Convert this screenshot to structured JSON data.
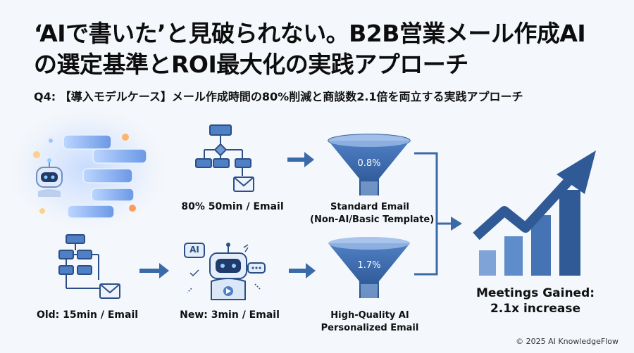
{
  "title_line1": "‘AIで書いた’と見破られない。B2B営業メール作成AI",
  "title_line2": "の選定基準とROI最大化の実践アプローチ",
  "subtitle": "Q4: 【導入モデルケース】メール作成時間の80%削減と商談数2.1倍を両立する実践アプローチ",
  "labels": {
    "top_time": "80% 50min / Email",
    "old_time": "Old: 15min / Email",
    "new_time": "New: 3min / Email",
    "standard_email_1": "Standard Email",
    "standard_email_2": "(Non-AI/Basic Template)",
    "ai_email_1": "High-Quality AI",
    "ai_email_2": "Personalized Email",
    "meetings_1": "Meetings Gained:",
    "meetings_2": "2.1x increase"
  },
  "funnels": {
    "standard_rate": "0.8%",
    "ai_rate": "1.7%"
  },
  "ai_badge": "AI",
  "copyright": "© 2025 AI KnowledgeFlow",
  "colors": {
    "accent": "#2f5a96",
    "funnel_light": "#7fa3d6",
    "funnel_dark": "#2f5a96"
  },
  "icons": [
    "chatbot-icon",
    "flowchart-icon",
    "envelope-icon",
    "robot-icon",
    "funnel-icon",
    "growth-chart-icon",
    "arrow-right-icon"
  ]
}
